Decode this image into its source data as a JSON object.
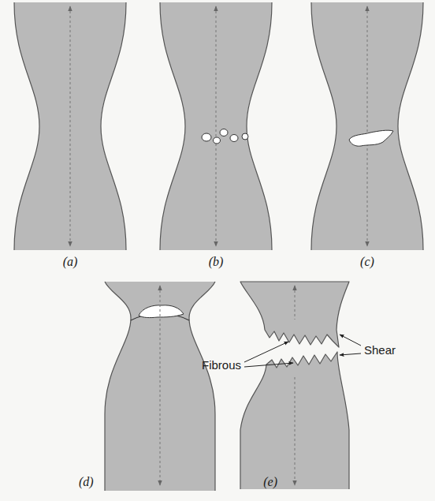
{
  "diagram": {
    "labels": [
      "(a)",
      "(b)",
      "(c)",
      "(d)",
      "(e)",
      "Shear",
      "Fibrous"
    ]
  }
}
